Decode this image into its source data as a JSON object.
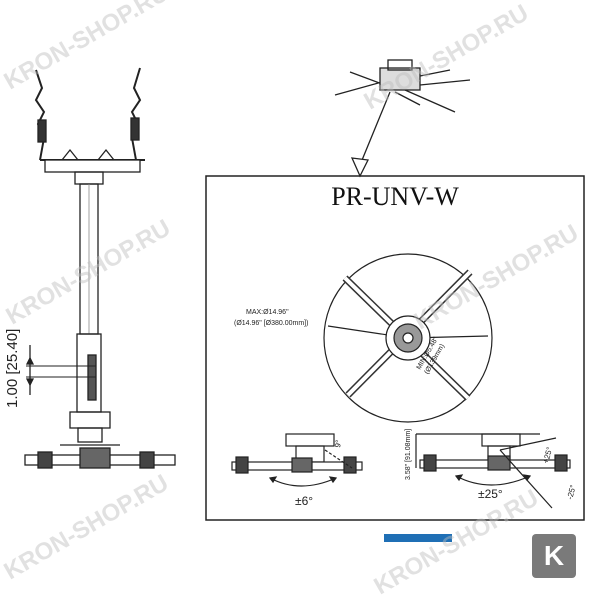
{
  "title": "PR-UNV-W",
  "vertical_adjust_label": "1.00 [25.40]",
  "max_diameter_line1": "MAX:Ø14.96\"",
  "max_diameter_line2": "(Ø14.96\" [Ø380.00mm])",
  "min_diameter_line1": "MIN:Ø5.48\"",
  "min_diameter_line2": "(Ø139mm)",
  "tilt_left_label": "±6°",
  "tilt_right_label": "±25°",
  "height_label": "3.58\" [91.08mm]",
  "angle_small_label": "9°",
  "angle_plus_label": "+25°",
  "angle_minus_label": "-25°",
  "watermark": "KRON-SHOP.RU",
  "badge_letter": "K"
}
